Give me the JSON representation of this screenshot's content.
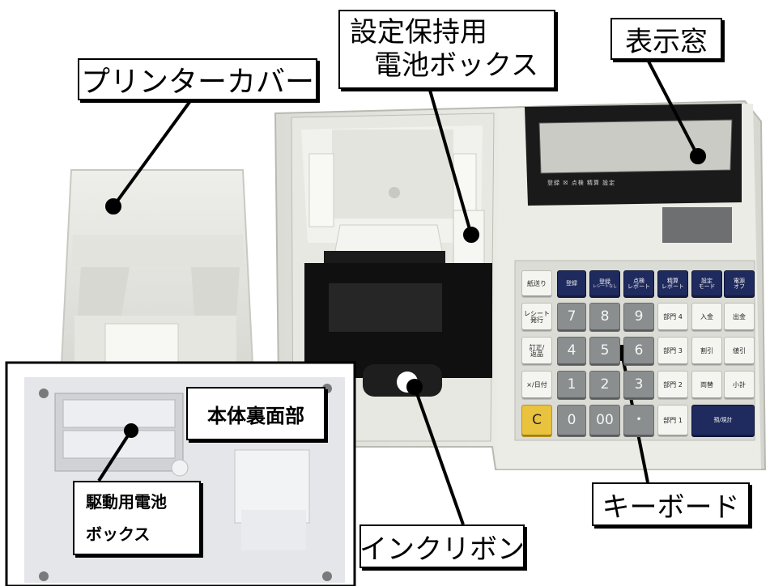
{
  "labels": {
    "printer_cover": "プリンターカバー",
    "settings_battery_line1": "設定保持用",
    "settings_battery_line2": "電池ボックス",
    "display_window": "表示窓",
    "keyboard": "キーボード",
    "ink_ribbon": "インクリボン",
    "rear_panel": "本体裏面部",
    "drive_battery_line1": "駆動用電池",
    "drive_battery_line2": "ボックス"
  },
  "display_indicators": "登録 ☒ 点検 精算 設定",
  "keys": {
    "paper_feed": "紙送り",
    "register": "登録",
    "register_no_receipt": "登録",
    "register_no_receipt_sub": "レシートなし",
    "check_report_1": "点検",
    "check_report_2": "レポート",
    "settle_report_1": "精算",
    "settle_report_2": "レポート",
    "setting_mode_1": "設定",
    "setting_mode_2": "モード",
    "power_off_1": "電源",
    "power_off_2": "オフ",
    "receipt_issue_1": "レシート",
    "receipt_issue_2": "発行",
    "correct_return_1": "訂正/",
    "correct_return_2": "返品",
    "multiply_date": "×/日付",
    "clear": "C",
    "n7": "7",
    "n8": "8",
    "n9": "9",
    "n4": "4",
    "n5": "5",
    "n6": "6",
    "n1": "1",
    "n2": "2",
    "n3": "3",
    "n0": "0",
    "n00": "00",
    "dot": "・",
    "dept4": "部門 4",
    "dept3": "部門 3",
    "dept2": "部門 2",
    "dept1": "部門 1",
    "deposit": "入金",
    "withdraw": "出金",
    "discount": "割引",
    "price_discount": "値引",
    "exchange": "両替",
    "subtotal": "小計",
    "total": "預/現計"
  }
}
